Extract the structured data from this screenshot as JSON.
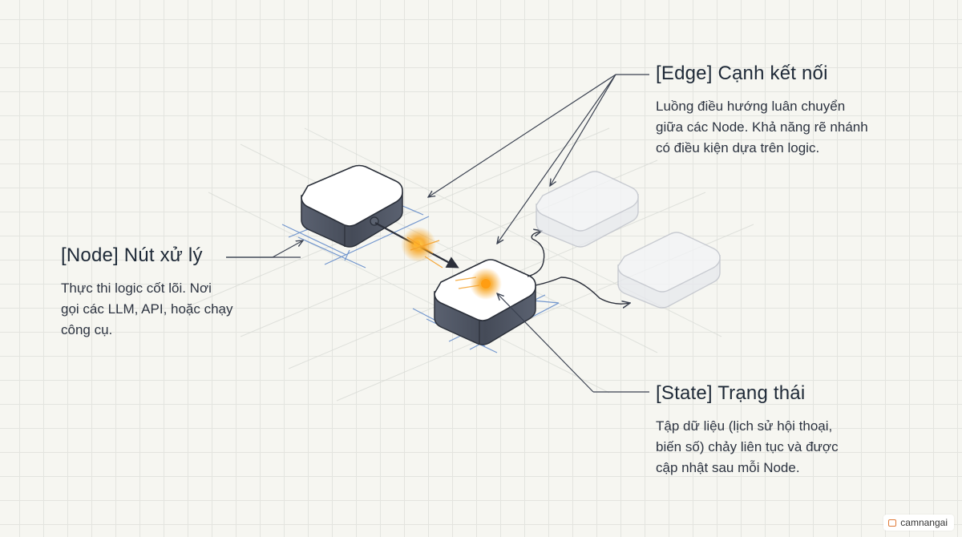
{
  "node": {
    "title": "[Node] Nút xử lý",
    "description": "Thực thi logic cốt lõi. Nơi\ngọi các LLM, API, hoặc chạy\ncông cụ."
  },
  "edge": {
    "title": "[Edge] Cạnh kết nối",
    "description": "Luồng điều hướng luân chuyển\ngiữa các Node. Khả năng rẽ nhánh\ncó điều kiện dựa trên logic."
  },
  "state": {
    "title": "[State] Trạng thái",
    "description": "Tập dữ liệu (lịch sử hội thoại,\nbiến số) chảy liên tục và được\ncập nhật sau mỗi Node."
  },
  "watermark": {
    "text": "camnangai",
    "icon": "box-icon"
  },
  "colors": {
    "node_side": "#4a5160",
    "node_top": "#ffffff",
    "ghost_node": "#c5c9d3",
    "blueprint_lines": "#5b86c8",
    "state_glow": "#f7a21b",
    "text": "#1e2937"
  }
}
